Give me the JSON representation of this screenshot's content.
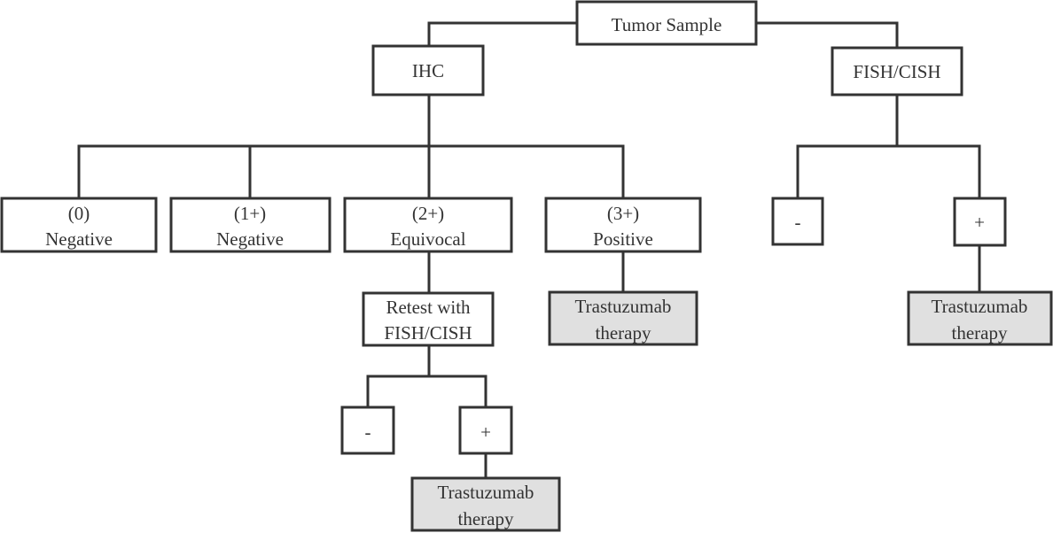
{
  "nodes": {
    "tumor_sample": [
      "Tumor Sample"
    ],
    "ihc": [
      "IHC"
    ],
    "fish_cish": [
      "FISH/CISH"
    ],
    "ihc_0": [
      "(0)",
      "Negative"
    ],
    "ihc_1": [
      "(1+)",
      "Negative"
    ],
    "ihc_2": [
      "(2+)",
      "Equivocal"
    ],
    "ihc_3": [
      "(3+)",
      "Positive"
    ],
    "retest": [
      "Retest with",
      "FISH/CISH"
    ],
    "therapy_ihc3": [
      "Trastuzumab",
      "therapy"
    ],
    "retest_neg": [
      "-"
    ],
    "retest_pos": [
      "+"
    ],
    "therapy_retest": [
      "Trastuzumab",
      "therapy"
    ],
    "fish_neg": [
      "-"
    ],
    "fish_pos": [
      "+"
    ],
    "therapy_fish": [
      "Trastuzumab",
      "therapy"
    ]
  },
  "colors": {
    "stroke": "#333333",
    "box_fill": "#ffffff",
    "therapy_fill": "#e0e0e0"
  }
}
